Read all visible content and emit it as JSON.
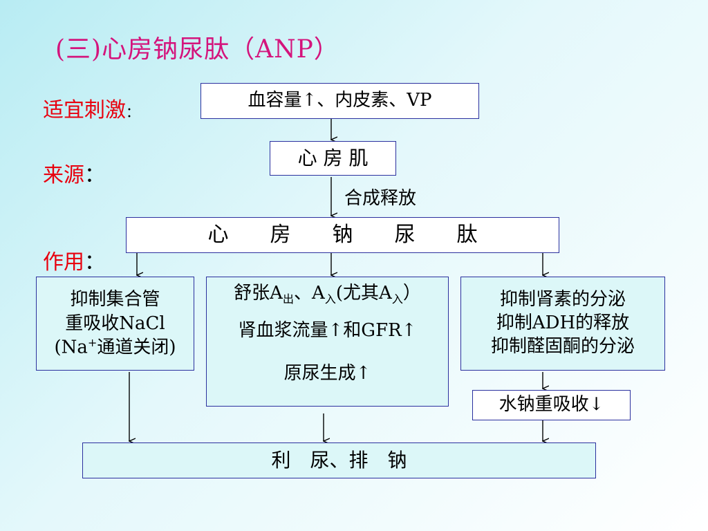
{
  "title": "(三)心房钠尿肽（ANP）",
  "labels": {
    "stimulus": "适宜刺激",
    "stimulus_colon": "：",
    "source": "来源",
    "source_colon": "：",
    "effect": "作用",
    "effect_colon": "："
  },
  "boxes": {
    "stimulus": "血容量↑、内皮素、VP",
    "source": "心 房 肌",
    "anp": "心　　房　　钠　　尿　　肽",
    "left": [
      "抑制集合管",
      "重吸收NaCl",
      "(Na",
      "+",
      "通道关闭)"
    ],
    "middle_line1": {
      "a": "舒张A",
      "sub1": "出",
      "b": "、A",
      "sub2": "入",
      "c": "(尤其A",
      "sub3": "入",
      "d": "）"
    },
    "middle_line2": "肾血浆流量↑和GFR↑",
    "middle_line3": "原尿生成↑",
    "right": [
      "抑制肾素的分泌",
      "抑制ADH的释放",
      "抑制醛固酮的分泌"
    ],
    "sodium": "水钠重吸收↓",
    "result": "利　尿、排　钠"
  },
  "arrow_labels": {
    "synthesis": "合成释放"
  }
}
